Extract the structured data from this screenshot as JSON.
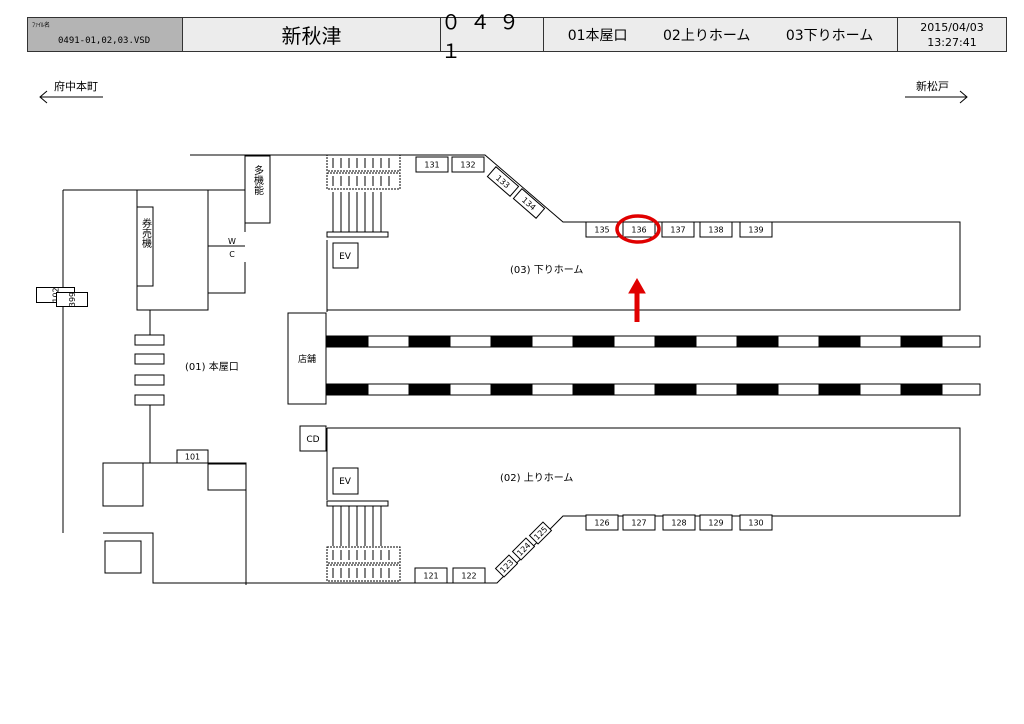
{
  "header": {
    "file_label": "ﾌｧｲﾙ名",
    "file_name": "0491-01,02,03.VSD",
    "station_name": "新秋津",
    "station_code": "０４９１",
    "exits": [
      "01本屋口",
      "02上りホーム",
      "03下りホーム"
    ],
    "date": "2015/04/03",
    "time": "13:27:41"
  },
  "directions": {
    "left": "府中本町",
    "right": "新松戸"
  },
  "areas": {
    "main_exit": "(01) 本屋口",
    "down_platform": "(03) 下りホーム",
    "up_platform": "(02) 上りホーム"
  },
  "facilities": {
    "multipurpose": "多機能",
    "ticket_machine": "券売機",
    "wc_w": "W",
    "wc_c": "C",
    "shop": "店舗",
    "cd": "CD",
    "ev_top": "EV",
    "ev_bottom": "EV"
  },
  "ad_boxes": {
    "left": [
      "102",
      "399",
      "101"
    ],
    "top_straight_a": [
      "131",
      "132"
    ],
    "top_diagonal": [
      "133",
      "134"
    ],
    "top_straight_b": [
      "135",
      "136",
      "137",
      "138",
      "139"
    ],
    "bottom_straight_a": [
      "121",
      "122"
    ],
    "bottom_diagonal": [
      "123",
      "124",
      "125"
    ],
    "bottom_straight_b": [
      "126",
      "127",
      "128",
      "129",
      "130"
    ]
  },
  "highlight": {
    "target": "136",
    "color": "#e00000"
  }
}
